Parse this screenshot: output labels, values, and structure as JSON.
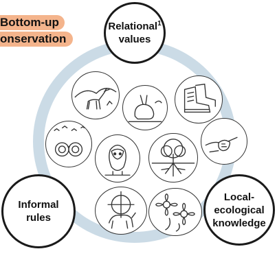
{
  "tags": {
    "line1": "Bottom-up",
    "line2": "onservation"
  },
  "nodes": {
    "top": {
      "label": "Relational",
      "sup": "1",
      "line2": "values"
    },
    "left": {
      "line1": "Informal",
      "line2": "rules"
    },
    "right": {
      "line1": "Local-",
      "line2": "ecological",
      "line3": "knowledge"
    }
  },
  "icons": [
    "deer-landscape-icon",
    "rabbit-icon",
    "hiking-boots-icon",
    "binoculars-birds-icon",
    "barn-owl-icon",
    "tree-roots-icon",
    "holding-hands-icon",
    "crosshair-deer-icon",
    "flowers-icon"
  ],
  "colors": {
    "ring": "#cbdbe6",
    "tag": "#f4b48c",
    "outline": "#1a1a1a"
  }
}
